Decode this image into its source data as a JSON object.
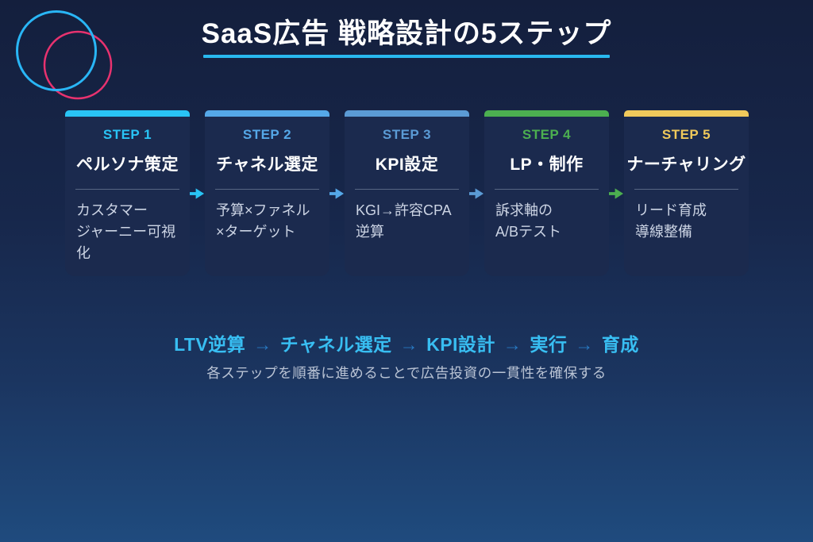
{
  "header": {
    "title": "SaaS広告 戦略設計の5ステップ",
    "underline_color": "#29b9ef"
  },
  "logo": {
    "blue_circle_color": "#29b6f6",
    "pink_circle_color": "#e8326f"
  },
  "steps": [
    {
      "label": "STEP 1",
      "title": "ペルソナ策定",
      "body": "カスタマー\nジャーニー可視化",
      "color": "#29c4f5"
    },
    {
      "label": "STEP 2",
      "title": "チャネル選定",
      "body": "予算×ファネル\n×ターゲット",
      "color": "#55a8e8"
    },
    {
      "label": "STEP 3",
      "title": "KPI設定",
      "body": "KGI→許容CPA\n逆算",
      "color": "#5b9bd5"
    },
    {
      "label": "STEP 4",
      "title": "LP・制作",
      "body": "訴求軸の\nA/Bテスト",
      "color": "#4caf50"
    },
    {
      "label": "STEP 5",
      "title": "ナーチャリング",
      "body": "リード育成\n導線整備",
      "color": "#f0c95b"
    }
  ],
  "flow": {
    "segments": [
      "LTV逆算",
      "チャネル選定",
      "KPI設計",
      "実行",
      "育成"
    ],
    "arrow_char": "→",
    "segment_color": "#38bef2",
    "arrow_color": "#2879c2"
  },
  "footer_note": "各ステップを順番に進めることで広告投資の一貫性を確保する"
}
